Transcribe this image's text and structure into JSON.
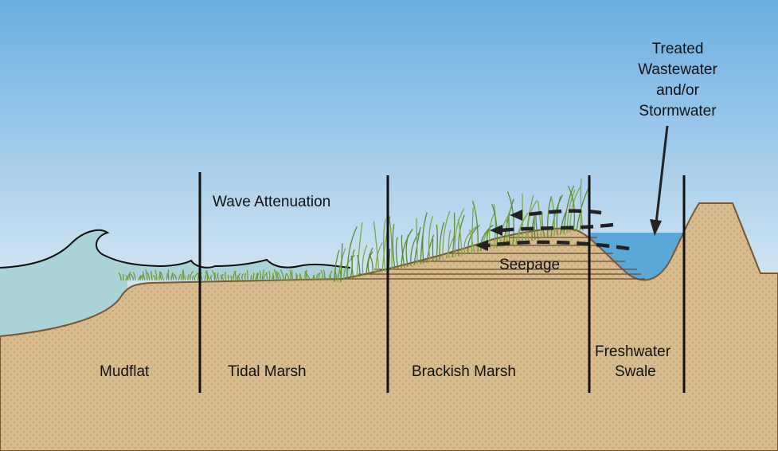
{
  "labels": {
    "wave_attenuation": "Wave Attenuation",
    "treated_line1": "Treated",
    "treated_line2": "Wastewater",
    "treated_line3": "and/or",
    "treated_line4": "Stormwater",
    "seepage": "Seepage",
    "mudflat": "Mudflat",
    "tidal_marsh": "Tidal Marsh",
    "brackish_marsh": "Brackish Marsh",
    "freshwater_line1": "Freshwater",
    "freshwater_line2": "Swale"
  },
  "colors": {
    "sky_top": "#6aaee0",
    "sky_bottom": "#eef4f8",
    "sand": "#d8bb8c",
    "sand_dot": "#a88a60",
    "bay_water": "#a9d3d6",
    "swale_water": "#5aa8d8",
    "grass": "#6f9a3a"
  }
}
